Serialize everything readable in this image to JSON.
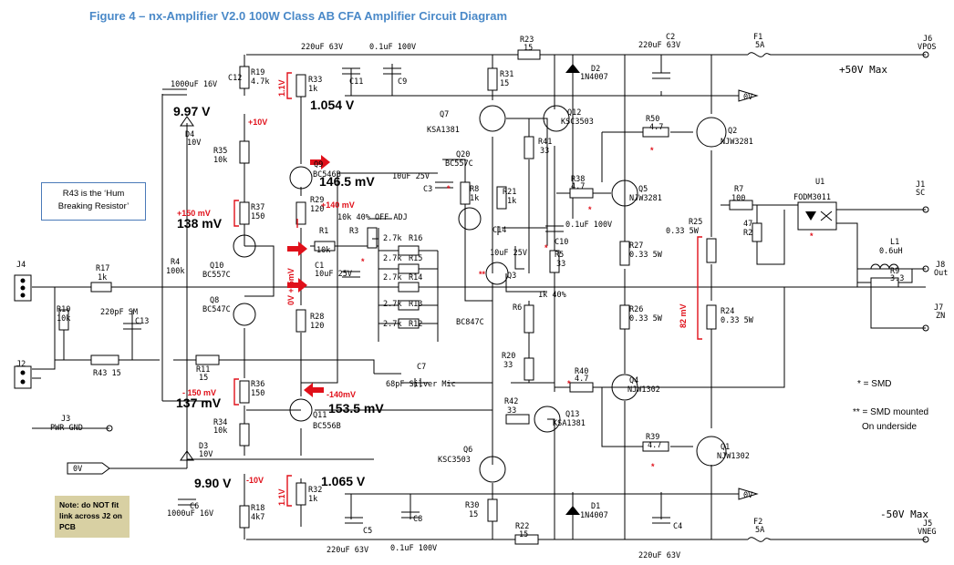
{
  "title": "Figure 4 – nx-Amplifier V2.0  100W Class AB CFA Amplifier Circuit Diagram",
  "callout": "R43 is the ‘Hum Breaking Resistor’",
  "note": "Note: do NOT fit link across J2 on PCB",
  "legend": {
    "smd": "* = SMD",
    "smd_under_1": "** = SMD mounted",
    "smd_under_2": "On underside"
  },
  "rails": {
    "pos": "+50V Max",
    "neg": "-50V Max",
    "zero_top": "0V",
    "zero_bot": "0V",
    "zero_left": "0V"
  },
  "voltages": {
    "v997": "9.97 V",
    "v990": "9.90 V",
    "v1054": "1.054 V",
    "v1065": "1.065 V",
    "v1465": "146.5 mV",
    "v1535": "153.5 mV",
    "v138": "138 mV",
    "v137": "137 mV"
  },
  "red_labels": {
    "p10": "+10V",
    "m10": "-10V",
    "p150": "+150 mV",
    "m150": "- 150 mV",
    "p140": "+140 mV",
    "m140": "-140mV",
    "v11a": "1.1V",
    "v11b": "1.1V",
    "ov5": "0V +-5mV",
    "mv82": "82 mV"
  },
  "parts": {
    "c12": "C12",
    "c12v": "1000uF 16V",
    "d4": "D4",
    "d4v": "10V",
    "r19": "R19",
    "r19v": "4.7k",
    "r33": "R33",
    "r33v": "1k",
    "c11top": "220uF 63V",
    "c11": "C11",
    "c9top": "0.1uF 100V",
    "c9": "C9",
    "r23": "R23",
    "r23v": "15",
    "r31": "R31",
    "r31v": "15",
    "d2": "D2",
    "d2v": "1N4007",
    "c2": "C2",
    "c2v": "220uF 63V",
    "f1": "F1",
    "f1v": "5A",
    "j6": "J6",
    "j6v": "VPOS",
    "q7": "Q7",
    "q7v": "KSA1381",
    "q12": "Q12",
    "q12v": "KSC3503",
    "r50": "R50",
    "r50v": "4.7",
    "q2": "Q2",
    "q2v": "NJW3281",
    "r35": "R35",
    "r35v": "10k",
    "q9": "Q9",
    "q9v": "BC546B",
    "r41": "R41",
    "r41v": "33",
    "q20": "Q20",
    "q20v": "BC557C",
    "c3v": "10uF 25V",
    "c3": "C3",
    "r8": "R8",
    "r8v": "1k",
    "r21": "R21",
    "r21v": "1k",
    "r38": "R38",
    "r38v": "4.7",
    "q5": "Q5",
    "q5v": "NJW3281",
    "r7": "R7",
    "r7v": "100",
    "u1": "U1",
    "u1v": "FODM3011",
    "j1": "J1",
    "j1v": "SC",
    "r37": "R37",
    "r37v": "150",
    "r29": "R29",
    "r29v": "120",
    "r3adj": "10k 40% OFF ADJ",
    "r1": "R1",
    "r1v": "10k",
    "r3": "R3",
    "c14": "C14",
    "c14v": "10uF 25V",
    "c10v": "0.1uF 100V",
    "c10": "C10",
    "r25": "R25",
    "r25v": "0.33 5W",
    "r2": "R2",
    "r2v": "47",
    "l1": "L1",
    "l1v": "0.6uH",
    "r9": "R9",
    "r9v": "3.3",
    "j8": "J8",
    "j8v": "Out",
    "j7": "J7",
    "j7v": "ZN",
    "r16": "R16",
    "r15": "R15",
    "r14": "R14",
    "r13": "R13",
    "r12": "R12",
    "r27k": "2.7k",
    "r27": "R27",
    "r27v": "0.33 5W",
    "r5": "R5",
    "r5v": "33",
    "j4": "J4",
    "r17": "R17",
    "r17v": "1k",
    "r4": "R4",
    "r4v": "100k",
    "q10": "Q10",
    "q10v": "BC557C",
    "c1": "C1",
    "c1v": "10uF 25V",
    "q3": "Q3",
    "r6v": "1k 40%",
    "r6": "R6",
    "r10": "R10",
    "r10v": "10k",
    "c13v": "220pF SM",
    "c13": "C13",
    "q8": "Q8",
    "q8v": "BC547C",
    "r28": "R28",
    "r28v": "120",
    "q3v": "BC847C",
    "r26": "R26",
    "r26v": "0.33 5W",
    "r24": "R24",
    "r24v": "0.33 5W",
    "r20": "R20",
    "r20v": "33",
    "j2": "J2",
    "r43": "R43 15",
    "r11": "R11",
    "r11v": "15",
    "c7": "C7",
    "c7v": "68pF Silver Mic",
    "r40": "R40",
    "r40v": "4.7",
    "q4": "Q4",
    "q4v": "NJW1302",
    "r36": "R36",
    "r36v": "150",
    "q11": "Q11",
    "q11v": "BC556B",
    "r42": "R42",
    "r42v": "33",
    "q13": "Q13",
    "q13v": "KSA1381",
    "j3": "J3",
    "j3v": "PWR GND",
    "r34": "R34",
    "r34v": "10k",
    "d3": "D3",
    "d3v": "10V",
    "r39": "R39",
    "r39v": "4.7",
    "q1": "Q1",
    "q1v": "NJW1302",
    "q6": "Q6",
    "q6v": "KSC3503",
    "r32": "R32",
    "r32v": "1k",
    "c6": "C6",
    "c6v": "1000uF 16V",
    "r18": "R18",
    "r18v": "4k7",
    "c5": "C5",
    "c8": "C8",
    "r30": "R30",
    "r30v": "15",
    "d1": "D1",
    "d1v": "1N4007",
    "c4": "C4",
    "f2": "F2",
    "f2v": "5A",
    "j5": "J5",
    "j5v": "VNEG",
    "r22": "R22",
    "r22v": "15",
    "c5bot": "220uF 63V",
    "c8bot": "0.1uF 100V",
    "c4bot": "220uF 63V"
  }
}
